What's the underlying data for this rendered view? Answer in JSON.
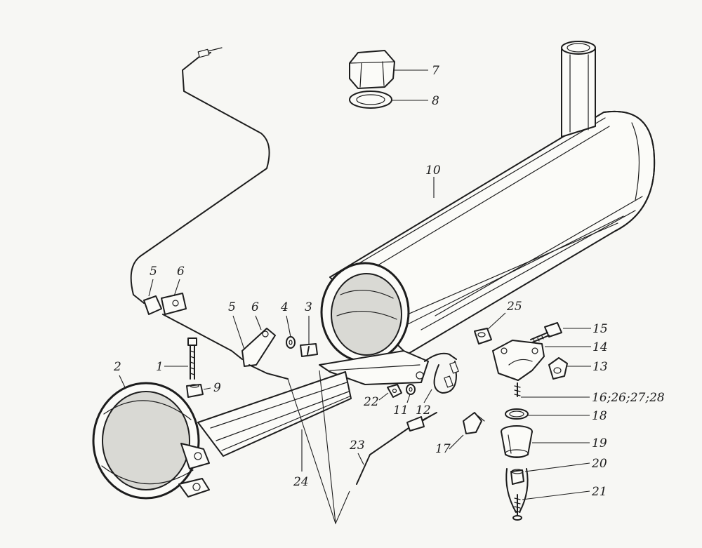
{
  "callouts": [
    {
      "id": "1",
      "text": "1"
    },
    {
      "id": "2",
      "text": "2"
    },
    {
      "id": "3",
      "text": "3"
    },
    {
      "id": "4",
      "text": "4"
    },
    {
      "id": "5a",
      "text": "5"
    },
    {
      "id": "5b",
      "text": "5"
    },
    {
      "id": "6a",
      "text": "6"
    },
    {
      "id": "6b",
      "text": "6"
    },
    {
      "id": "7",
      "text": "7"
    },
    {
      "id": "8",
      "text": "8"
    },
    {
      "id": "9",
      "text": "9"
    },
    {
      "id": "10",
      "text": "10"
    },
    {
      "id": "11",
      "text": "11"
    },
    {
      "id": "12",
      "text": "12"
    },
    {
      "id": "13",
      "text": "13"
    },
    {
      "id": "14",
      "text": "14"
    },
    {
      "id": "15",
      "text": "15"
    },
    {
      "id": "16",
      "text": "16;26;27;28"
    },
    {
      "id": "17",
      "text": "17"
    },
    {
      "id": "18",
      "text": "18"
    },
    {
      "id": "19",
      "text": "19"
    },
    {
      "id": "20",
      "text": "20"
    },
    {
      "id": "21",
      "text": "21"
    },
    {
      "id": "22",
      "text": "22"
    },
    {
      "id": "23",
      "text": "23"
    },
    {
      "id": "24",
      "text": "24"
    },
    {
      "id": "25",
      "text": "25"
    }
  ]
}
